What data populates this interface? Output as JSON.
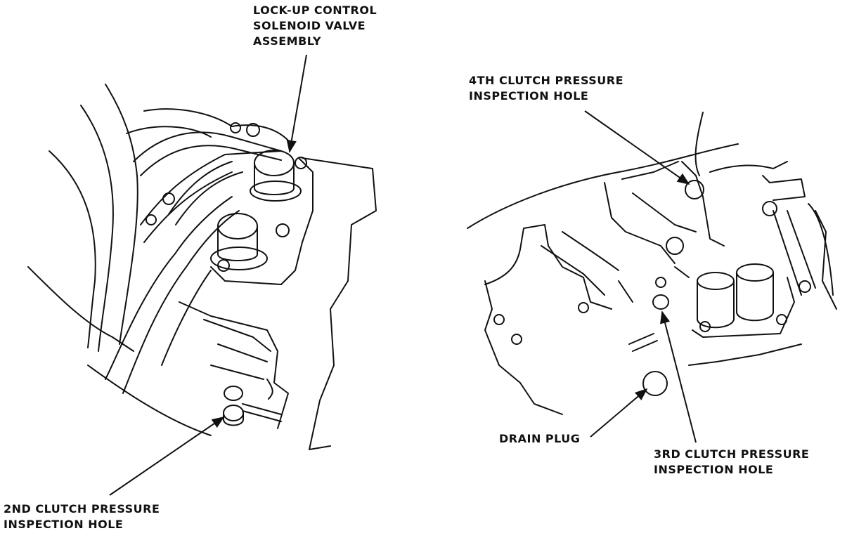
{
  "colors": {
    "ink": "#111111",
    "paper": "#ffffff"
  },
  "left_view": {
    "callout_lockup": [
      "LOCK-UP CONTROL",
      "SOLENOID VALVE",
      "ASSEMBLY"
    ],
    "callout_2nd": [
      "2ND CLUTCH PRESSURE",
      "INSPECTION HOLE"
    ]
  },
  "right_view": {
    "callout_4th": [
      "4TH CLUTCH PRESSURE",
      "INSPECTION HOLE"
    ],
    "callout_drain": "DRAIN PLUG",
    "callout_3rd": [
      "3RD CLUTCH PRESSURE",
      "INSPECTION HOLE"
    ]
  }
}
